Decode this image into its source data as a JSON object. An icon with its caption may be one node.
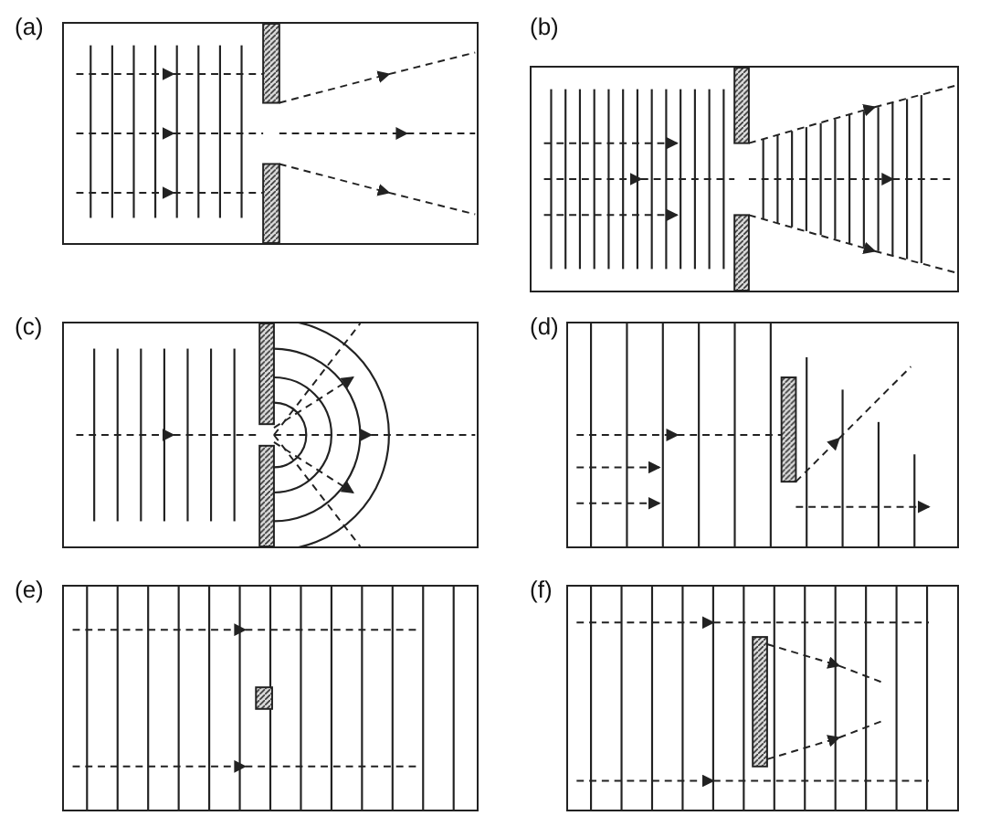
{
  "diagram": {
    "nodes": [
      {
        "text": [
          "(a)"
        ]
      },
      {
        "text": [
          "(b)"
        ]
      },
      {
        "text": [
          "(c)"
        ]
      },
      {
        "text": [
          "(d)"
        ]
      },
      {
        "text": [
          "(e)"
        ]
      },
      {
        "text": [
          "(f)"
        ]
      }
    ]
  }
}
